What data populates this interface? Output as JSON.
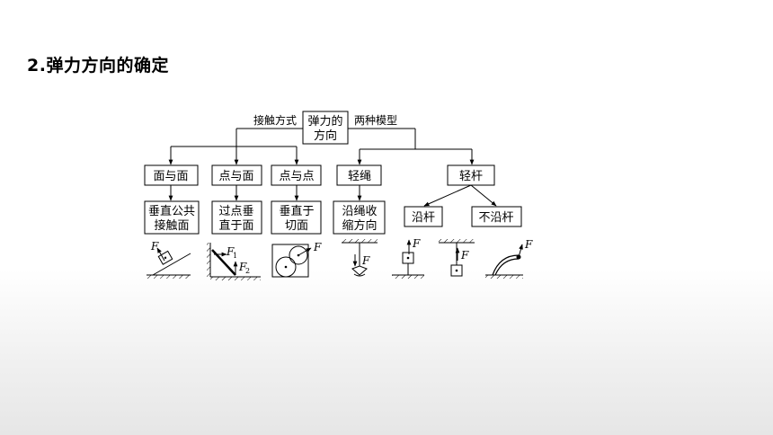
{
  "title": "2.弹力方向的确定",
  "root": {
    "line1": "弹力的",
    "line2": "方向"
  },
  "branch_left_label": "接触方式",
  "branch_right_label": "两种模型",
  "contact": [
    {
      "label": "面与面",
      "detail1": "垂直公共",
      "detail2": "接触面"
    },
    {
      "label": "点与面",
      "detail1": "过点垂",
      "detail2": "直于面"
    },
    {
      "label": "点与点",
      "detail1": "垂直于",
      "detail2": "切面"
    }
  ],
  "rope": {
    "label": "轻绳",
    "detail1": "沿绳收",
    "detail2": "缩方向"
  },
  "rod": {
    "label": "轻杆",
    "child_along": "沿杆",
    "child_not": "不沿杆"
  },
  "force_symbol": "F",
  "sub_1": "1",
  "sub_2": "2"
}
